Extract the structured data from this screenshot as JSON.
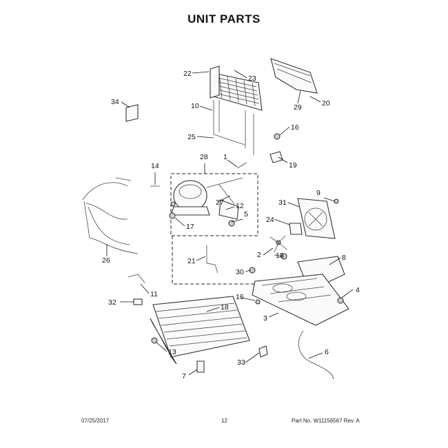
{
  "title": "UNIT PARTS",
  "footer": {
    "date": "07/25/2017",
    "page": "12",
    "part_number": "Part No. W11156567  Rev. A"
  },
  "callouts": [
    "22",
    "23",
    "29",
    "20",
    "34",
    "10",
    "16",
    "25",
    "19",
    "14",
    "28",
    "1",
    "9",
    "31",
    "27",
    "12",
    "5",
    "17",
    "24",
    "2",
    "15",
    "8",
    "26",
    "21",
    "30",
    "4",
    "11",
    "16",
    "32",
    "18",
    "3",
    "13",
    "6",
    "33",
    "7"
  ]
}
